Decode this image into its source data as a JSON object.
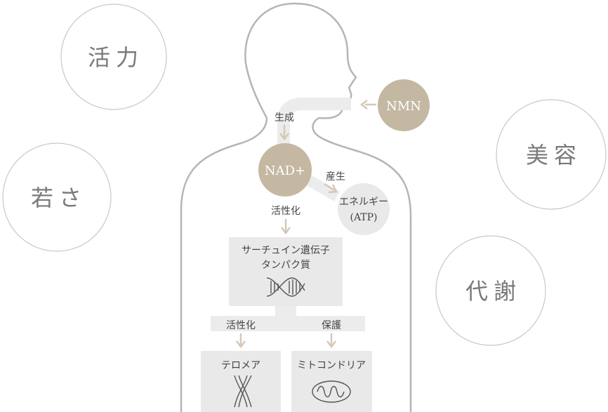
{
  "benefits": {
    "vitality": "活力",
    "youth": "若さ",
    "beauty": "美容",
    "metabolism": "代謝"
  },
  "nodes": {
    "nmn": "NMN",
    "nad": "NAD+",
    "energy_line1": "エネルギー",
    "energy_line2": "(ATP)",
    "sirtuin_line1": "サーチュイン遺伝子",
    "sirtuin_line2": "タンパク質",
    "telomere": "テロメア",
    "mitochondria": "ミトコンドリア"
  },
  "labels": {
    "generate": "生成",
    "produce": "産生",
    "activate_1": "活性化",
    "activate_2": "活性化",
    "protect": "保護"
  },
  "colors": {
    "outline": "#b5b5b5",
    "circle_stroke": "#c8c8c8",
    "node_fill": "#c4b8a3",
    "box_fill": "#e9e9e9",
    "arrow": "#d5c9b6",
    "pathway": "#ececec"
  },
  "icons": [
    "dna-icon",
    "chromosome-icon",
    "mitochondria-icon"
  ]
}
